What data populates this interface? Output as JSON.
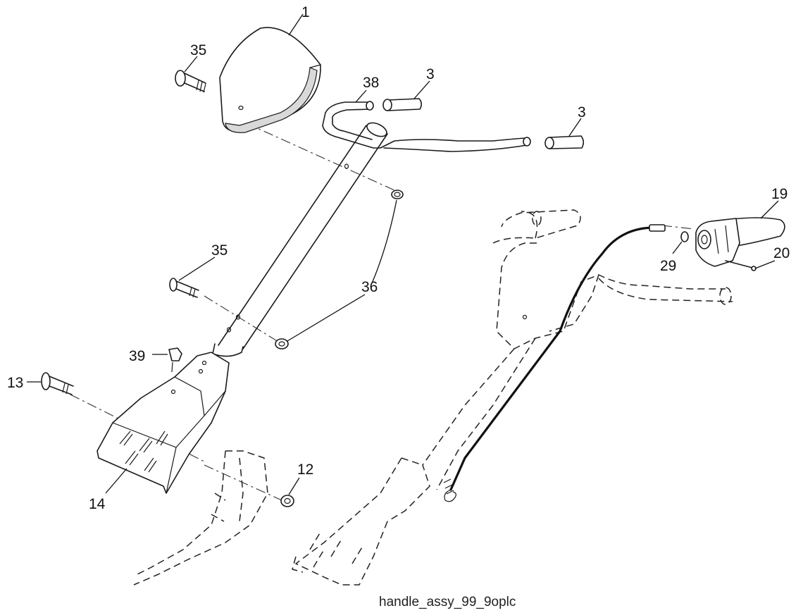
{
  "diagram": {
    "caption": "handle_assy_99_9oplc",
    "callouts": {
      "c1": "1",
      "c35a": "35",
      "c38": "38",
      "c3a": "3",
      "c3b": "3",
      "c35b": "35",
      "c36": "36",
      "c39": "39",
      "c13": "13",
      "c12": "12",
      "c14": "14",
      "c19": "19",
      "c20": "20",
      "c29": "29"
    }
  }
}
